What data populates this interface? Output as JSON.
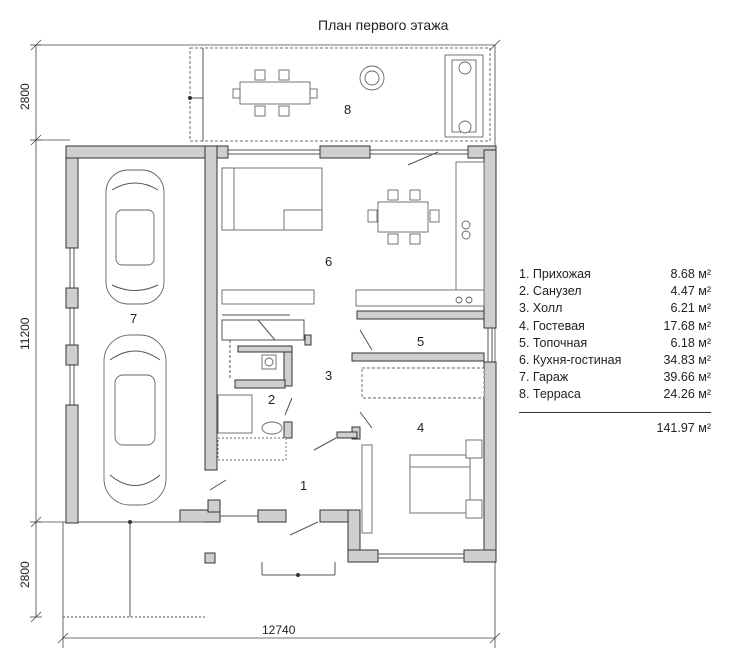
{
  "title": "План первого этажа",
  "rooms": [
    {
      "num": "1",
      "name": "1. Прихожая",
      "area": "8.68 м²"
    },
    {
      "num": "2",
      "name": "2. Санузел",
      "area": "4.47 м²"
    },
    {
      "num": "3",
      "name": "3. Холл",
      "area": "6.21 м²"
    },
    {
      "num": "4",
      "name": "4. Гостевая",
      "area": "17.68 м²"
    },
    {
      "num": "5",
      "name": "5. Топочная",
      "area": "6.18 м²"
    },
    {
      "num": "6",
      "name": "6. Кухня-гостиная",
      "area": "34.83 м²"
    },
    {
      "num": "7",
      "name": "7. Гараж",
      "area": "39.66 м²"
    },
    {
      "num": "8",
      "name": "8. Терраса",
      "area": "24.26 м²"
    }
  ],
  "total_area": "141.97 м²",
  "dimensions": {
    "terrace_depth": "2800",
    "house_depth": "11200",
    "porch_depth": "2800",
    "house_width": "12740"
  }
}
